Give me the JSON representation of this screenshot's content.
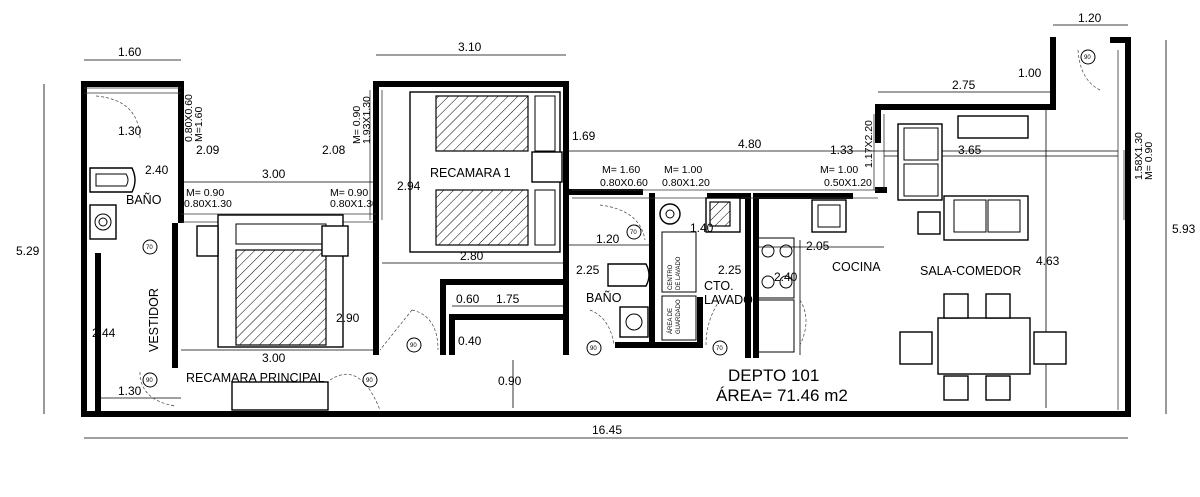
{
  "rooms": {
    "bano_main": "BAÑO",
    "vestidor": "VESTIDOR",
    "recamara_principal": "RECAMARA PRINCIPAL",
    "recamara1": "RECAMARA 1",
    "bano2": "BAÑO",
    "cto_lavado_1": "CTO.",
    "cto_lavado_2": "LAVADO",
    "cocina": "COCINA",
    "sala_comedor": "SALA-COMEDOR",
    "centro_lavado_1": "CENTRO",
    "centro_lavado_2": "DE LAVADO",
    "area_guardado_1": "ÁREA DE",
    "area_guardado_2": "GUARDADO"
  },
  "unit": {
    "name": "DEPTO 101",
    "area": "ÁREA= 71.46 m2"
  },
  "dimensions": {
    "d1": "1.60",
    "d2": "3.10",
    "d3": "1.20",
    "d4": "1.00",
    "d5": "2.75",
    "d6": "1.30",
    "d7": "2.09",
    "d8": "2.40",
    "d9": "2.08",
    "d10": "3.00",
    "d11": "2.94",
    "d12": "1.69",
    "d13": "4.80",
    "d14": "1.33",
    "d15": "3.65",
    "d16": "1.20",
    "d17": "1.40",
    "d18": "2.05",
    "d19": "2.25",
    "d20": "2.25",
    "d21": "2.40",
    "d22": "4.63",
    "d23": "2.80",
    "d24": "0.60",
    "d25": "1.75",
    "d26": "0.40",
    "d27": "2.90",
    "d28": "3.00",
    "d29": "2.44",
    "d30": "1.30",
    "d31": "0.90",
    "d32": "16.45",
    "d33": "5.29",
    "d34": "5.93"
  },
  "windows": {
    "w1a": "0.80X0.60",
    "w1b": "M=1.60",
    "w2a": "M= 0.90",
    "w2b": "1.93X1.30",
    "w3a": "M= 0.90",
    "w3b": "0.80X1.30",
    "w4a": "M= 0.90",
    "w4b": "0.80X1.30",
    "w5a": "M= 1.60",
    "w5b": "0.80X0.60",
    "w6a": "M= 1.00",
    "w6b": "0.80X1.20",
    "w7a": "M= 1.00",
    "w7b": "0.50X1.20",
    "w8": "1.17X2.20",
    "w9a": "1.58X1.30",
    "w9b": "M= 0.90"
  },
  "door_tags": {
    "t1": "70",
    "t2": "90",
    "t3": "90",
    "t4": "90",
    "t5": "90",
    "t6": "70",
    "t7": "70",
    "t8": "90"
  }
}
